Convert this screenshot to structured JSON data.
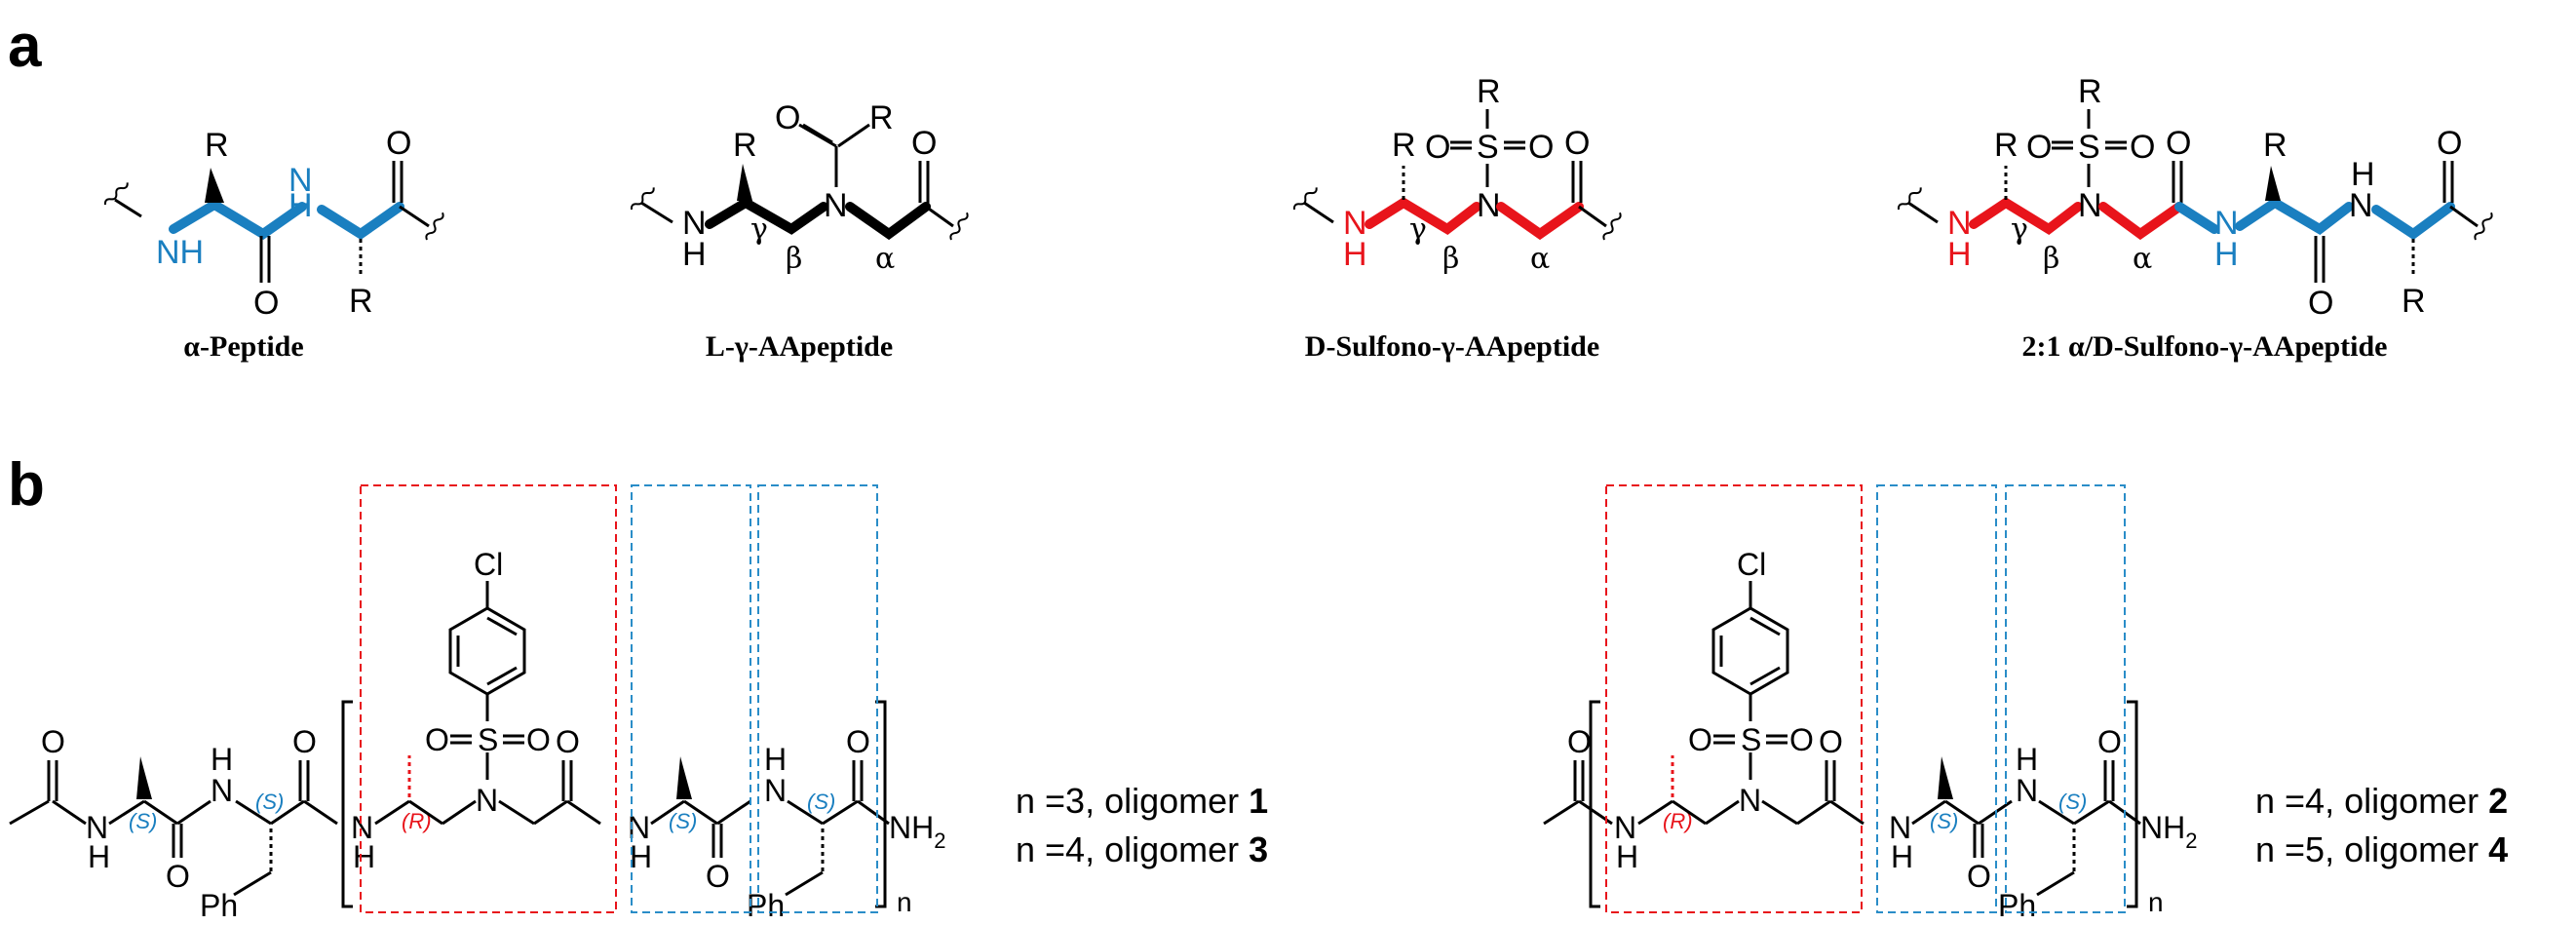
{
  "panels": {
    "a": "a",
    "b": "b"
  },
  "colors": {
    "alpha": "#1a7fc0",
    "sulfono": "#e8141b",
    "ink": "#000000",
    "box_red": "#e8141b",
    "box_blue": "#2a8dc8"
  },
  "atoms": {
    "R": "R",
    "NH": "NH",
    "HN": "HN",
    "H": "H",
    "N": "N",
    "O": "O",
    "S": "S",
    "Cl": "Cl",
    "Ph": "Ph",
    "NH2": "NH",
    "sub2": "2",
    "n": "n"
  },
  "greek": {
    "gamma": "γ",
    "beta": "β",
    "alpha": "α"
  },
  "stereo": {
    "S": "(S)",
    "R": "(R)"
  },
  "captions": {
    "c1": "α-Peptide",
    "c2": "L-γ-AApeptide",
    "c3": "D-Sulfono-γ-AApeptide",
    "c4": "2:1 α/D-Sulfono-γ-AApeptide"
  },
  "oligomers": {
    "left": [
      {
        "prefix": "n =3, oligomer ",
        "num": "1"
      },
      {
        "prefix": "n =4, oligomer ",
        "num": "3"
      }
    ],
    "right": [
      {
        "prefix": "n =4, oligomer ",
        "num": "2"
      },
      {
        "prefix": "n =5, oligomer ",
        "num": "4"
      }
    ]
  }
}
